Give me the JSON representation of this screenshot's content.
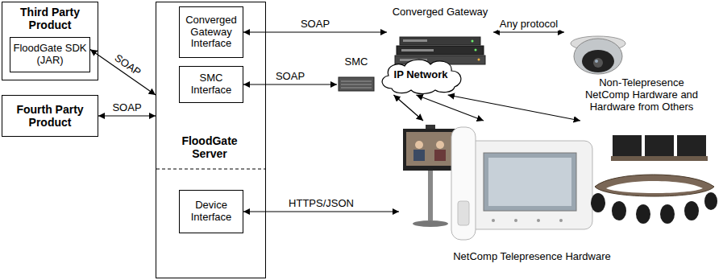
{
  "diagram": {
    "nodes": [
      {
        "text": [
          "Third Party Product"
        ]
      },
      {
        "text": [
          "FloodGate SDK (JAR)"
        ],
        "in": 0
      },
      {
        "text": [
          "Fourth Party Product"
        ]
      },
      {
        "text": [
          "FloodGate Server"
        ]
      },
      {
        "text": [
          "Converged Gateway Interface"
        ],
        "in": 3
      },
      {
        "text": [
          "SMC Interface"
        ],
        "in": 3
      },
      {
        "text": [
          "Device Interface"
        ],
        "in": 3
      },
      {
        "text": [
          "Converged Gateway"
        ]
      },
      {
        "text": [
          "Non-Telepresence NetComp Hardware and Hardware from Others"
        ]
      },
      {
        "text": [
          "SMC"
        ]
      },
      {
        "text": [
          "IP Network"
        ]
      },
      {
        "text": [
          "NetComp Telepresence Hardware"
        ]
      }
    ],
    "edges": [
      {
        "from": 1,
        "to": 3,
        "label": "SOAP",
        "arrow": "both"
      },
      {
        "from": 2,
        "to": 3,
        "label": "SOAP",
        "arrow": "both"
      },
      {
        "from": 4,
        "to": 7,
        "label": "SOAP",
        "arrow": "both"
      },
      {
        "from": 7,
        "to": 8,
        "label": "Any protocol",
        "arrow": "both"
      },
      {
        "from": 5,
        "to": 9,
        "label": "SOAP",
        "arrow": "both"
      },
      {
        "from": 6,
        "to": 11,
        "label": "HTTPS/JSON",
        "arrow": "both"
      },
      {
        "from": 10,
        "to": 11,
        "arrow": "both"
      },
      {
        "from": 10,
        "to": 11,
        "arrow": "both"
      },
      {
        "from": 10,
        "to": 11,
        "arrow": "both"
      }
    ]
  }
}
